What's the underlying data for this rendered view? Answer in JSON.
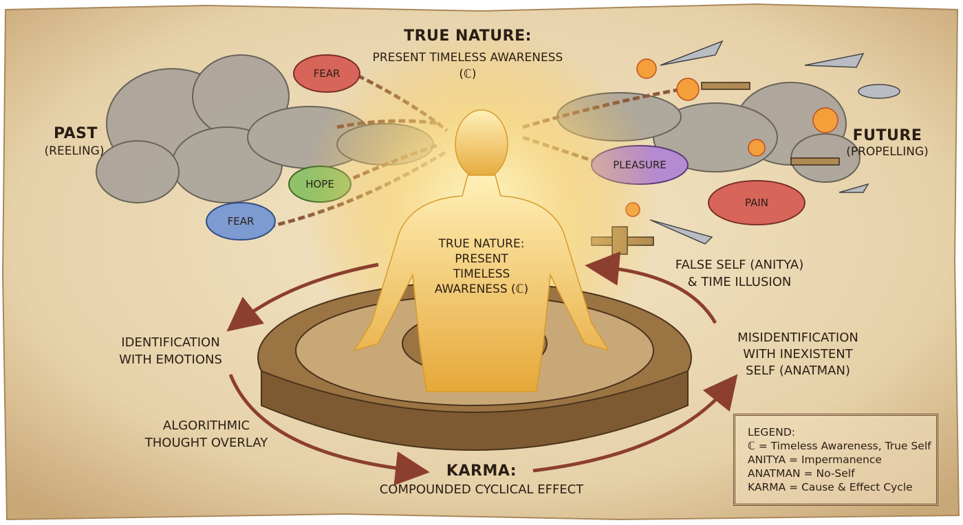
{
  "title": {
    "line1": "TRUE NATURE:",
    "line2": "PRESENT TIMELESS AWARENESS",
    "line3": "(ℂ)"
  },
  "past": {
    "label": "PAST",
    "sub": "(REELING)"
  },
  "future": {
    "label": "FUTURE",
    "sub": "(PROPELLING)"
  },
  "clouds": {
    "fear_top": "FEAR",
    "hope": "HOPE",
    "fear_bottom": "FEAR",
    "pleasure": "PLEASURE",
    "pain": "PAIN"
  },
  "center": {
    "lines": [
      "TRUE NATURE:",
      "PRESENT",
      "TIMELESS",
      "AWARENESS (ℂ)"
    ]
  },
  "false_self": {
    "lines": [
      "FALSE SELF (ANITYA)",
      "& TIME ILLUSION"
    ]
  },
  "identification": {
    "lines": [
      "IDENTIFICATION",
      "WITH EMOTIONS"
    ]
  },
  "misidentification": {
    "lines": [
      "MISIDENTIFICATION",
      "WITH INEXISTENT",
      "SELF (ANATMAN)"
    ]
  },
  "algorithmic": {
    "lines": [
      "ALGORITHMIC",
      "THOUGHT OVERLAY"
    ]
  },
  "karma": {
    "title": "KARMA:",
    "sub": "COMPOUNDED CYCLICAL EFFECT"
  },
  "legend": {
    "title": "LEGEND:",
    "items": [
      "ℂ = Timeless Awareness, True Self",
      "ANITYA = Impermanence",
      "ANATMAN = No-Self",
      "KARMA = Cause & Effect Cycle"
    ]
  },
  "colors": {
    "parchment": "#e9d7b3",
    "ink": "#2a1d14",
    "arrow": "#8c3f2e",
    "gold": "#f3c24d",
    "gear": "#9b7443"
  }
}
